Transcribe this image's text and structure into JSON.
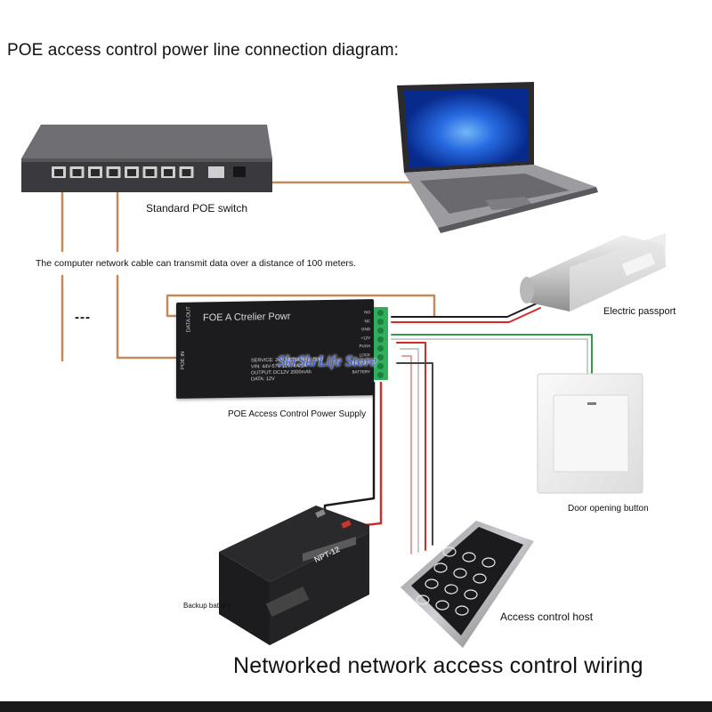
{
  "title": "POE access control power line connection diagram:",
  "labels": {
    "switch": "Standard POE switch",
    "distance_note": "The computer network cable can transmit data over a distance of 100 meters.",
    "ellipsis": "---",
    "psu": "POE Access Control Power Supply",
    "lock": "Electric passport",
    "button": "Door opening button",
    "battery": "Backup battery",
    "keypad": "Access control host"
  },
  "psu_device": {
    "name": "FOE A Ctrelier Powr",
    "spec_lines": [
      "SERVICE: 24V NETWORK: 50W",
      "VIN: 44V-57V    12V: 4A/1A",
      "OUTPUT: DC12V 2000mAh",
      "DATA: 12V"
    ],
    "terminal_labels": [
      "NO",
      "NC",
      "GND",
      "+12V",
      "PUSH",
      "LOCK",
      "BATTERY",
      "BATTERY"
    ],
    "side_labels": [
      "POE IN",
      "DATA OUT"
    ]
  },
  "battery_device": {
    "brand": "NPT-12"
  },
  "watermark": "SkrSkrLife Store",
  "footer": "Networked network access control wiring",
  "colors": {
    "ethernet_cable": "#c58a5c",
    "red_wire": "#d42a2a",
    "black_wire": "#1a1a1a",
    "green_wire": "#2e9e4a",
    "white_wire": "#dddddd",
    "terminal_block": "#2fae5b",
    "watermark": "#3a5bd6"
  }
}
